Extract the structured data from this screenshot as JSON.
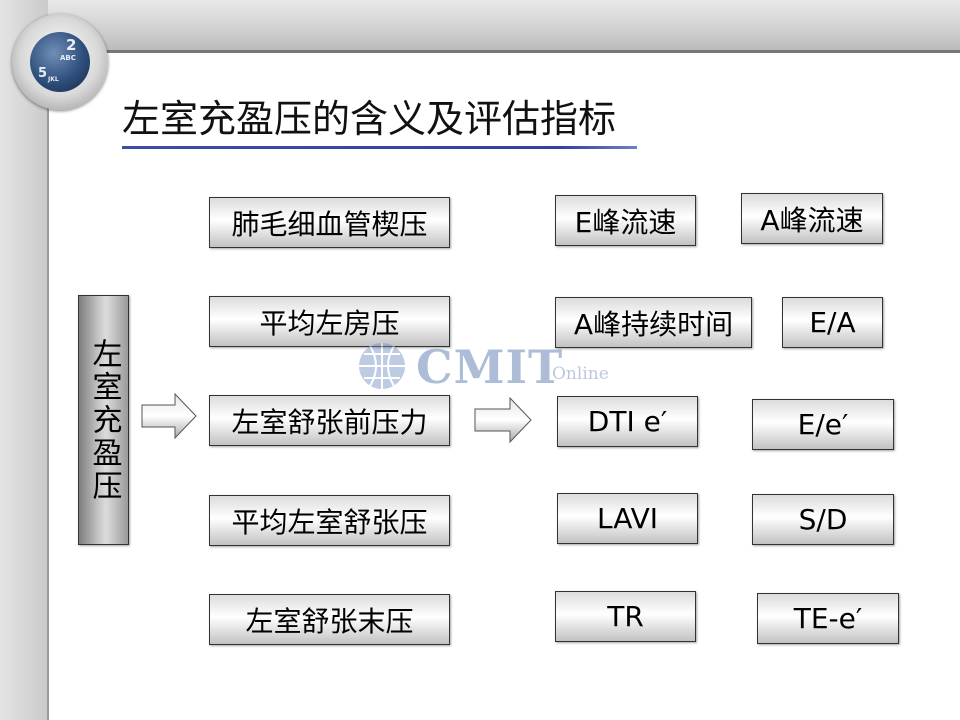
{
  "title": "左室充盈压的含义及评估指标",
  "logo": {
    "key_top": "2",
    "key_top_sub": "ABC",
    "key_bottom": "5",
    "key_bottom_sub": "JKL"
  },
  "watermark": {
    "text": "CMIT",
    "sub": "Online"
  },
  "center_label": "左室充盈压",
  "meanings": [
    "肺毛细血管楔压",
    "平均左房压",
    "左室舒张前压力",
    "平均左室舒张压",
    "左室舒张末压"
  ],
  "indices_col1": [
    "E峰流速",
    "A峰持续时间",
    "DTI e′",
    "LAVI",
    "TR"
  ],
  "indices_col2": [
    "A峰流速",
    "E/A",
    "E/e′",
    "S/D",
    "TE-e′"
  ],
  "colors": {
    "title_underline": "#3a4fa5",
    "watermark": "#4c6fa8",
    "box_border": "#333333"
  }
}
